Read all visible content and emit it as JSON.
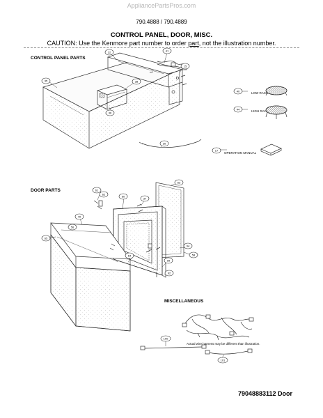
{
  "watermark": "AppliancePartsPros.com",
  "header": {
    "model": "790.4888 / 790.4889",
    "title": "CONTROL PANEL, DOOR, MISC.",
    "caution_pre": "CAUTION: Use the Kenmore part number to order ",
    "caution_part": "part",
    "caution_post": ", not the illustration number."
  },
  "sections": {
    "control_panel": "CONTROL PANEL PARTS",
    "door": "DOOR PARTS",
    "misc": "MISCELLANEOUS"
  },
  "callouts": {
    "c22": "22",
    "c41": "41",
    "c15": "15",
    "c35": "35",
    "c38": "38",
    "c36": "36",
    "c30": "30",
    "c40": "40",
    "c56": "56",
    "c63": "63",
    "c61": "61",
    "c62": "62",
    "c37": "37",
    "c60": "60",
    "c65": "65",
    "c99": "99",
    "c94": "94",
    "c58": "58",
    "c92": "92",
    "c100": "100",
    "c101": "101",
    "c64": "64",
    "c_a": "40",
    "c_b": "44",
    "c_c": "17"
  },
  "accessories": {
    "low_rack": "LOW RACK",
    "high_rack": "HIGH RACK",
    "manual": "OPERATION MANUAL"
  },
  "notes": {
    "harness": "Actual wire harness may be different than illustration."
  },
  "footer": "79048883112 Door"
}
